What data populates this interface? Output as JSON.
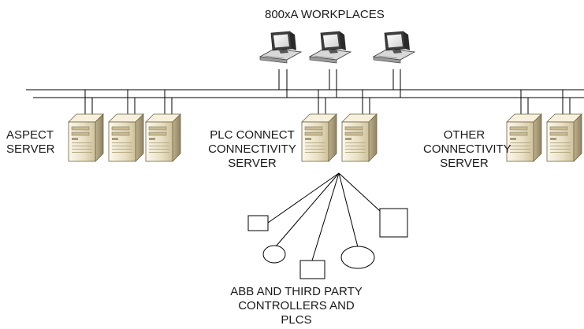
{
  "labels": {
    "workplaces": "800xA WORKPLACES",
    "aspect_server": [
      "ASPECT",
      "SERVER"
    ],
    "plc_connect": [
      "PLC CONNECT",
      "CONNECTIVITY",
      "SERVER"
    ],
    "other_connectivity": [
      "OTHER",
      "CONNECTIVITY",
      "SERVER"
    ],
    "controllers": [
      "ABB AND THIRD PARTY",
      "CONTROLLERS AND",
      "PLCS"
    ]
  },
  "colors": {
    "line": "#000000",
    "server_light": "#f2ecd9",
    "server_mid": "#d9cdaa",
    "server_dark": "#8b7f62",
    "monitor_dark": "#4a4a4a",
    "monitor_screen": "#e6e6e6"
  }
}
